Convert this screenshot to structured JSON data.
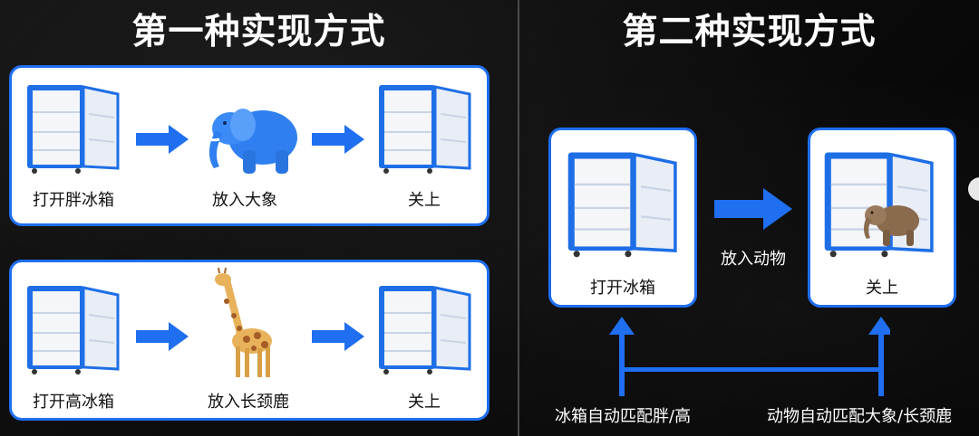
{
  "left": {
    "title": "第一种实现方式",
    "row1": {
      "step1": "打开胖冰箱",
      "step2": "放入大象",
      "step3": "关上"
    },
    "row2": {
      "step1": "打开高冰箱",
      "step2": "放入长颈鹿",
      "step3": "关上"
    }
  },
  "right": {
    "title": "第二种实现方式",
    "box1_label": "打开冰箱",
    "arrow_label": "放入动物",
    "box2_label": "关上",
    "bottom_left": "冰箱自动匹配胖/高",
    "bottom_right": "动物自动匹配大象/长颈鹿"
  },
  "colors": {
    "accent": "#1f6ff0",
    "fridge": "#1e6fe6",
    "background": "#0d0d0d"
  }
}
